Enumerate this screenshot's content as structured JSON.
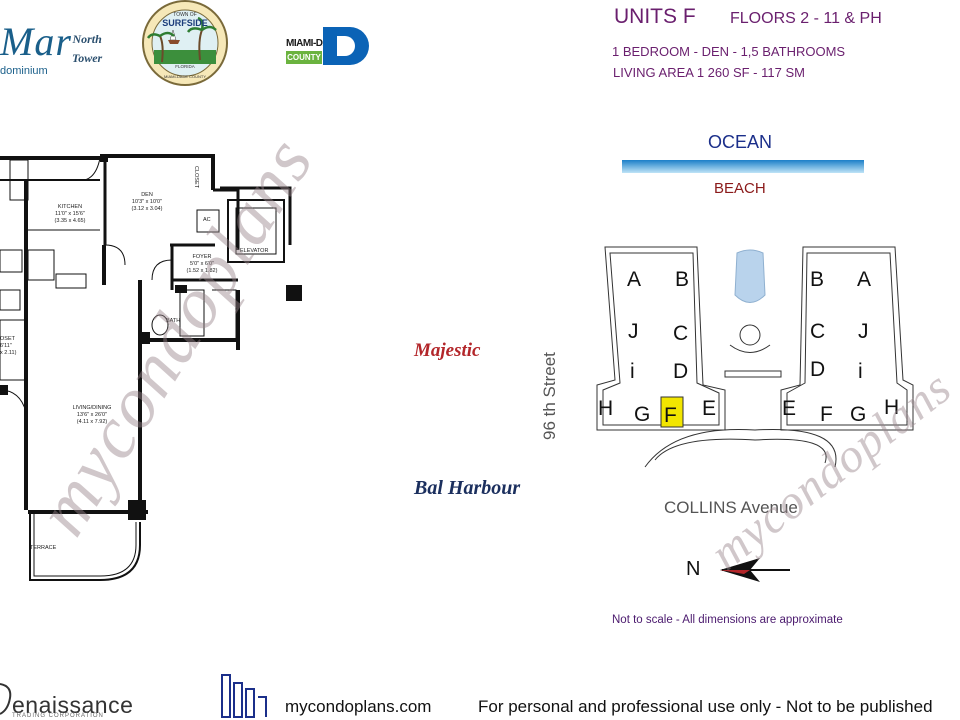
{
  "header": {
    "brand_fragment": "Mar",
    "brand_sub": "dominium",
    "tower": "North\nTower",
    "seal_text_top": "TOWN OF",
    "seal_text_main": "SURFSIDE",
    "seal_text_state": "FLORIDA",
    "seal_text_county": "MIAMI-DADE COUNTY",
    "miami_dade_top": "MIAMI-DADE",
    "miami_dade_bottom": "COUNTY",
    "units_title": "UNITS F",
    "floors": "FLOORS 2 - 11 & PH",
    "bedrooms": "1 BEDROOM - DEN - 1,5 BATHROOMS",
    "living_area": "LIVING AREA  1 260 SF - 117 SM"
  },
  "floorplan": {
    "rooms": {
      "kitchen": "KITCHEN\n11'0\" x 15'6\"\n(3.35 x 4.65)",
      "den": "DEN\n10'3\" x 10'0\"\n(3.12 x 3.04)",
      "closet": "CLOSET",
      "ac": "AC",
      "elevator": "ELEVATOR",
      "foyer": "FOYER\n5'0\" x 6'0\"\n(1.52 x 1.82)",
      "bath": "BATH",
      "living": "LIVING/DINING\n13'6\" x 26'0\"\n(4.11 x 7.92)",
      "closet_left": "OSET\n6'11\"\nx 2.11)",
      "terrace": "TERRACE"
    }
  },
  "siteplan": {
    "ocean": "OCEAN",
    "beach": "BEACH",
    "street": "96 th Street",
    "majestic": "Majestic",
    "bal_harbour": "Bal Harbour",
    "collins": "COLLINS Avenue",
    "north": "N",
    "note": "Not to scale - All dimensions are approximate",
    "highlight_color": "#f2e600",
    "left_tower_units": [
      "A",
      "B",
      "J",
      "C",
      "i",
      "D",
      "H",
      "G",
      "F",
      "E"
    ],
    "right_tower_units": [
      "B",
      "A",
      "C",
      "J",
      "D",
      "i",
      "E",
      "F",
      "G",
      "H"
    ]
  },
  "footer": {
    "renaissance": "enaissance",
    "renaissance_sub": "TRADING CORPORATION",
    "website": "mycondoplans.com",
    "disclaimer": "For personal and professional use only - Not to be published"
  },
  "watermark": {
    "text": "mycondoplans",
    "color": "#b9a7ad"
  }
}
